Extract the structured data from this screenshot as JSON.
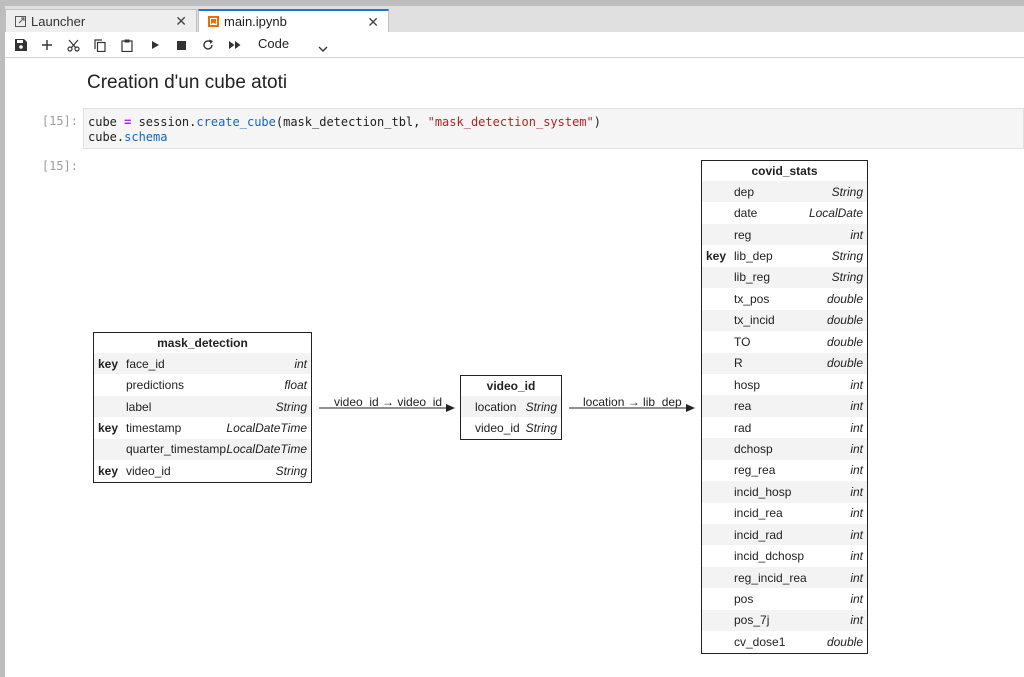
{
  "tabs": [
    {
      "label": "Launcher",
      "icon": "launcher-icon",
      "active": false
    },
    {
      "label": "main.ipynb",
      "icon": "notebook-icon",
      "active": true
    }
  ],
  "toolbar": {
    "buttons": [
      "save-icon",
      "add-cell-icon",
      "cut-icon",
      "copy-icon",
      "paste-icon",
      "run-icon",
      "stop-icon",
      "restart-icon",
      "run-all-icon"
    ],
    "cell_type": "Code"
  },
  "notebook": {
    "heading": "Creation d'un cube atoti",
    "in_prompt": "[15]:",
    "out_prompt": "[15]:",
    "code": {
      "line1": {
        "var": "cube ",
        "op": "=",
        "obj": " session.",
        "fn": "create_cube",
        "args": "(mask_detection_tbl, ",
        "str": "\"mask_detection_system\"",
        "close": ")"
      },
      "line2": {
        "obj": "cube.",
        "attr": "schema"
      }
    }
  },
  "schema": {
    "tables": {
      "mask_detection": {
        "title": "mask_detection",
        "fields": [
          {
            "key": "key",
            "name": "face_id",
            "type": "int"
          },
          {
            "key": "",
            "name": "predictions",
            "type": "float"
          },
          {
            "key": "",
            "name": "label",
            "type": "String"
          },
          {
            "key": "key",
            "name": "timestamp",
            "type": "LocalDateTime"
          },
          {
            "key": "",
            "name": "quarter_timestamp",
            "type": "LocalDateTime"
          },
          {
            "key": "key",
            "name": "video_id",
            "type": "String"
          }
        ]
      },
      "video_id": {
        "title": "video_id",
        "fields": [
          {
            "key": "",
            "name": "location",
            "type": "String"
          },
          {
            "key": "",
            "name": "video_id",
            "type": "String"
          }
        ]
      },
      "covid_stats": {
        "title": "covid_stats",
        "fields": [
          {
            "key": "",
            "name": "dep",
            "type": "String"
          },
          {
            "key": "",
            "name": "date",
            "type": "LocalDate"
          },
          {
            "key": "",
            "name": "reg",
            "type": "int"
          },
          {
            "key": "key",
            "name": "lib_dep",
            "type": "String"
          },
          {
            "key": "",
            "name": "lib_reg",
            "type": "String"
          },
          {
            "key": "",
            "name": "tx_pos",
            "type": "double"
          },
          {
            "key": "",
            "name": "tx_incid",
            "type": "double"
          },
          {
            "key": "",
            "name": "TO",
            "type": "double"
          },
          {
            "key": "",
            "name": "R",
            "type": "double"
          },
          {
            "key": "",
            "name": "hosp",
            "type": "int"
          },
          {
            "key": "",
            "name": "rea",
            "type": "int"
          },
          {
            "key": "",
            "name": "rad",
            "type": "int"
          },
          {
            "key": "",
            "name": "dchosp",
            "type": "int"
          },
          {
            "key": "",
            "name": "reg_rea",
            "type": "int"
          },
          {
            "key": "",
            "name": "incid_hosp",
            "type": "int"
          },
          {
            "key": "",
            "name": "incid_rea",
            "type": "int"
          },
          {
            "key": "",
            "name": "incid_rad",
            "type": "int"
          },
          {
            "key": "",
            "name": "incid_dchosp",
            "type": "int"
          },
          {
            "key": "",
            "name": "reg_incid_rea",
            "type": "int"
          },
          {
            "key": "",
            "name": "pos",
            "type": "int"
          },
          {
            "key": "",
            "name": "pos_7j",
            "type": "int"
          },
          {
            "key": "",
            "name": "cv_dose1",
            "type": "double"
          }
        ]
      }
    },
    "edges": [
      {
        "label": "video_id → video_id"
      },
      {
        "label": "location → lib_dep"
      }
    ]
  }
}
